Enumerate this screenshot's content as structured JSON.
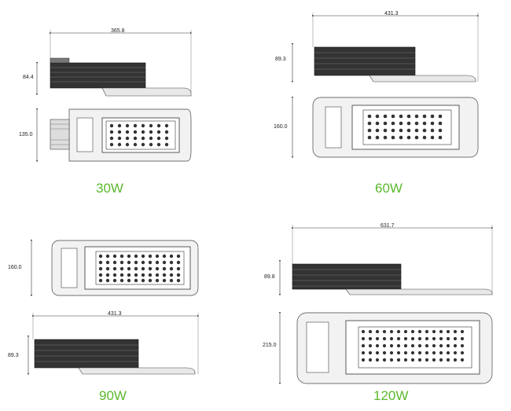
{
  "variants": [
    {
      "label": "30W",
      "length": "365.8",
      "height": "84.4",
      "width": "135.0"
    },
    {
      "label": "60W",
      "length": "431.3",
      "height": "89.3",
      "width": "160.0"
    },
    {
      "label": "90W",
      "length": "431.3",
      "height": "89.3",
      "width": "160.0"
    },
    {
      "label": "120W",
      "length": "631.7",
      "height": "89.8",
      "width": "215.0"
    }
  ],
  "colors": {
    "accent": "#5cb82e",
    "line": "#444444",
    "body_fill": "#f2f2f2",
    "heatsink": "#3a3a3a"
  }
}
